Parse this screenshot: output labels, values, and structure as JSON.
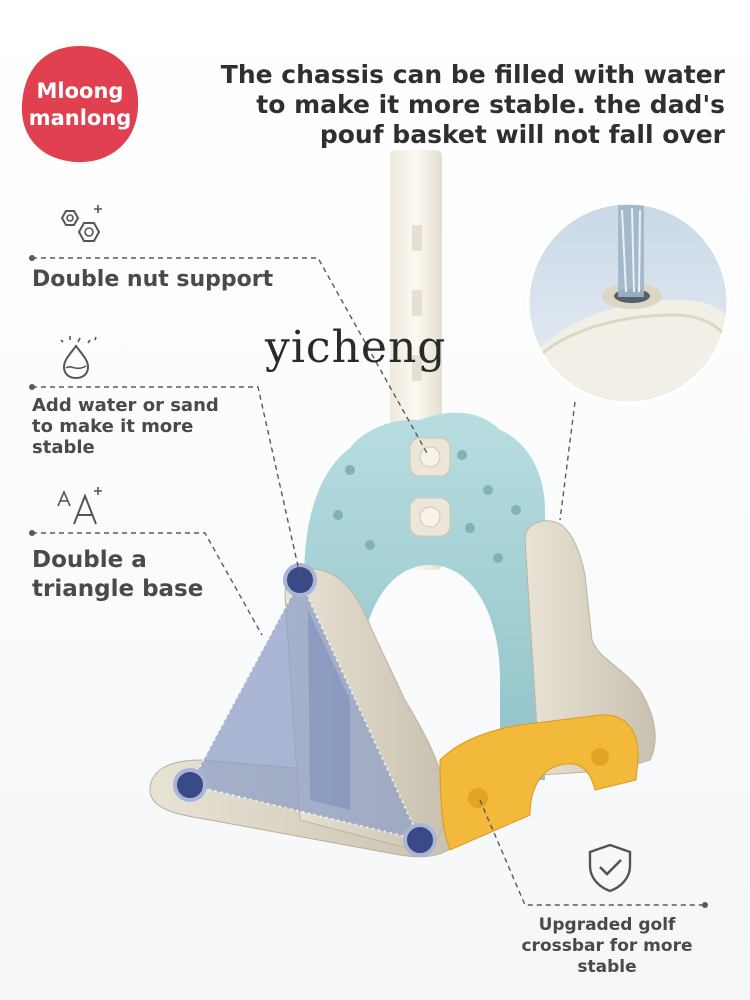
{
  "brand": {
    "name": "Mloong manlong",
    "line1": "Mloong",
    "line2": "manlong",
    "color": "#e0404f"
  },
  "headline": {
    "line1": "The chassis can be filled with water",
    "line2": "to make it more stable. the dad's",
    "line3": "pouf basket will not fall over"
  },
  "features": {
    "double_nut": {
      "label": "Double nut support",
      "icon": "nuts-icon"
    },
    "water_sand": {
      "line1": "Add water or sand",
      "line2": "to make it more",
      "line3": "stable",
      "icon": "water-drop-icon"
    },
    "triangle": {
      "line1": "Double a",
      "line2": "triangle base",
      "icon": "triangle-font-icon"
    },
    "crossbar": {
      "line1": "Upgraded golf",
      "line2": "crossbar for more",
      "line3": "stable",
      "icon": "shield-check-icon"
    }
  },
  "watermark": "yicheng",
  "colors": {
    "brand_red": "#e0404f",
    "frame_beige": "#d6cfbf",
    "backboard_mint": "#a9d4d8",
    "crossbar_yellow": "#f3b93b",
    "triangle_blue": "#8f9fc6",
    "joint_navy": "#3a4a86"
  }
}
